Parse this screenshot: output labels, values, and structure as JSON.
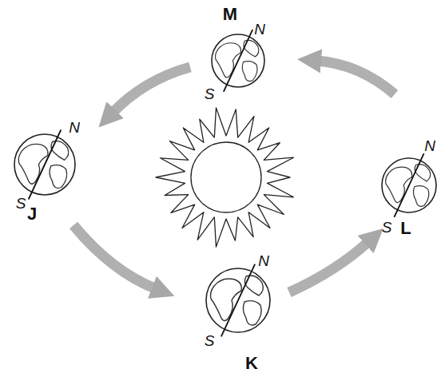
{
  "diagram": {
    "labels": [
      "M",
      "N",
      "S",
      "J",
      "N",
      "S",
      "K",
      "N",
      "S",
      "L",
      "N",
      "S"
    ]
  }
}
